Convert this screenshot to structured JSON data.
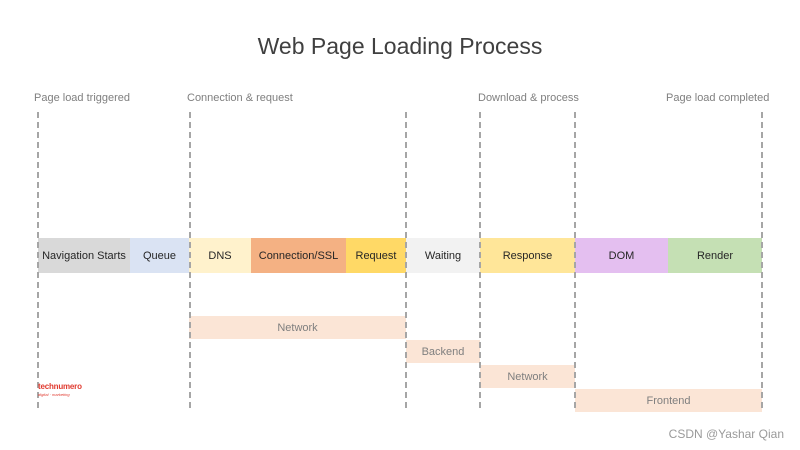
{
  "title": "Web Page Loading Process",
  "milestones": [
    {
      "label": "Page load triggered"
    },
    {
      "label": "Connection & request"
    },
    {
      "label": "Download & process"
    },
    {
      "label": "Page load completed"
    }
  ],
  "segments": [
    {
      "label": "Navigation Starts",
      "color": "#d9d9d9"
    },
    {
      "label": "Queue",
      "color": "#dae3f3"
    },
    {
      "label": "DNS",
      "color": "#fff2cc"
    },
    {
      "label": "Connection/SSL",
      "color": "#f4b183"
    },
    {
      "label": "Request",
      "color": "#ffd966"
    },
    {
      "label": "Waiting",
      "color": "#f2f2f2"
    },
    {
      "label": "Response",
      "color": "#ffe699"
    },
    {
      "label": "DOM",
      "color": "#e4bff0"
    },
    {
      "label": "Render",
      "color": "#c5e0b4"
    }
  ],
  "categories": [
    {
      "label": "Network"
    },
    {
      "label": "Backend"
    },
    {
      "label": "Network"
    },
    {
      "label": "Frontend"
    }
  ],
  "category_color": "#fbe5d6",
  "logo": {
    "text": "technumero",
    "tagline": "digital · marketing"
  },
  "watermark": "CSDN @Yashar Qian"
}
